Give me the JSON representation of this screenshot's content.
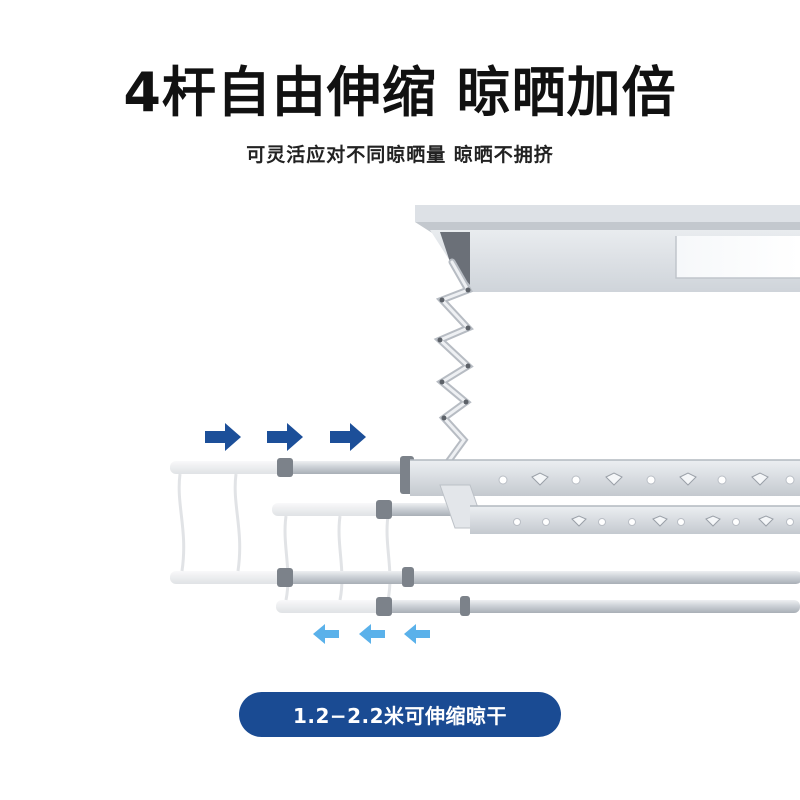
{
  "headline": {
    "title": "4杆自由伸缩 晾晒加倍"
  },
  "subline": {
    "text": "可灵活应对不同晾晒量  晾晒不拥挤"
  },
  "badge": {
    "label": "1.2−2.2米可伸缩晾干"
  },
  "colors": {
    "badge_bg": "#1a4b93",
    "arrow_extend": "#1c4f99",
    "arrow_retract": "#5ab1ea",
    "rack_body": "#d9dde2",
    "pole": "#c7ccd2"
  },
  "icons": {
    "extend_arrows": "arrow-right-icon",
    "retract_arrows": "arrow-left-icon"
  }
}
